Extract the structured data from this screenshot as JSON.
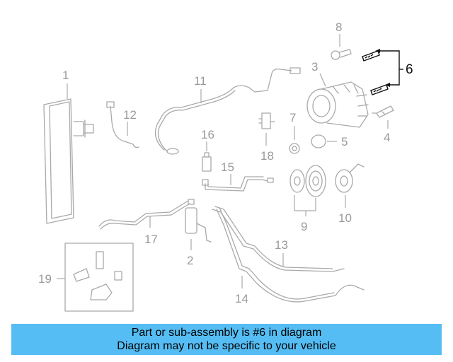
{
  "callouts": {
    "c1": "1",
    "c2": "2",
    "c3": "3",
    "c4": "4",
    "c5": "5",
    "c6": "6",
    "c7": "7",
    "c8": "8",
    "c9": "9",
    "c10": "10",
    "c11": "11",
    "c12": "12",
    "c13": "13",
    "c14": "14",
    "c15": "15",
    "c16": "16",
    "c17": "17",
    "c18": "18",
    "c19": "19"
  },
  "highlight": {
    "part": "6",
    "color": "#111111"
  },
  "banner": {
    "line1": "Part or sub-assembly is #6 in diagram",
    "line2": "Diagram may not be specific to your vehicle",
    "color": "#55bdf4"
  }
}
